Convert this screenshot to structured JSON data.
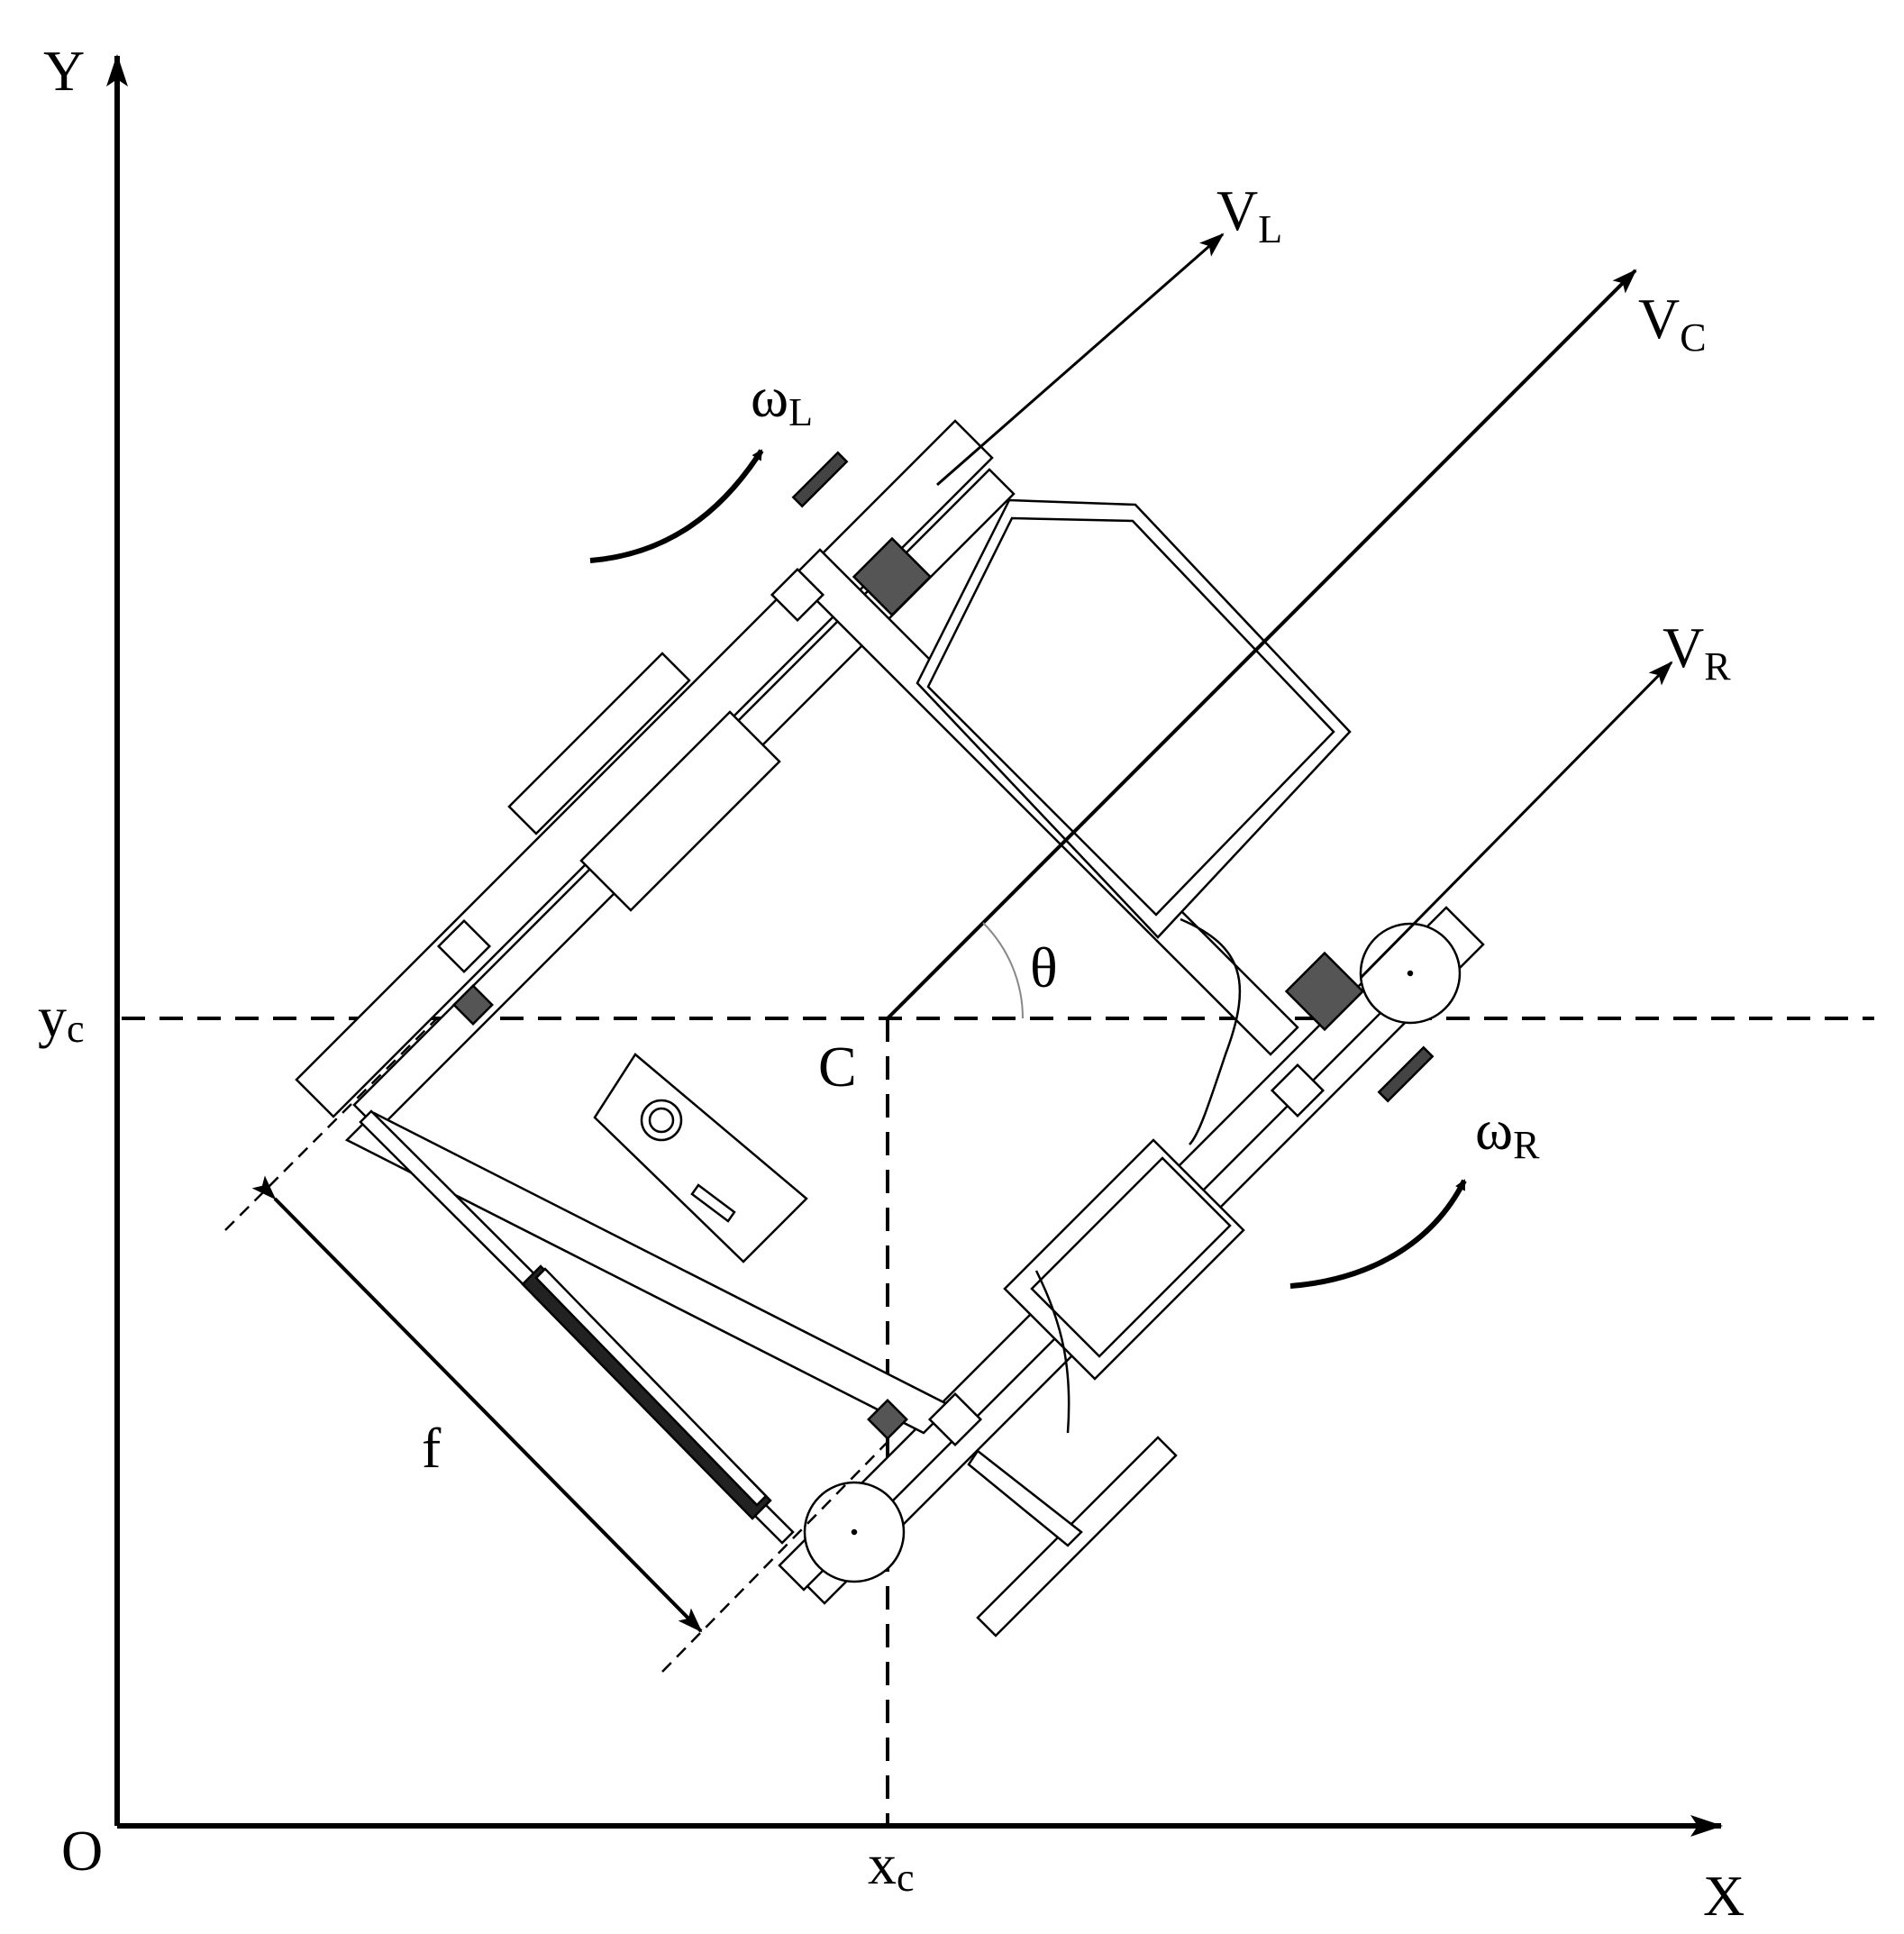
{
  "axes": {
    "origin_label": "O",
    "x_axis_label": "X",
    "y_axis_label": "Y"
  },
  "center": {
    "label": "C",
    "x_label": "x",
    "x_label_sub": "c",
    "y_label": "y",
    "y_label_sub": "c"
  },
  "angle_label": "θ",
  "velocities": {
    "left": {
      "main": "V",
      "sub": "L"
    },
    "center": {
      "main": "V",
      "sub": "C"
    },
    "right": {
      "main": "V",
      "sub": "R"
    }
  },
  "angular_velocities": {
    "left": {
      "main": "ω",
      "sub": "L"
    },
    "right": {
      "main": "ω",
      "sub": "R"
    }
  },
  "dimension_label": "f",
  "colors": {
    "ink": "#000000",
    "background": "#ffffff"
  }
}
